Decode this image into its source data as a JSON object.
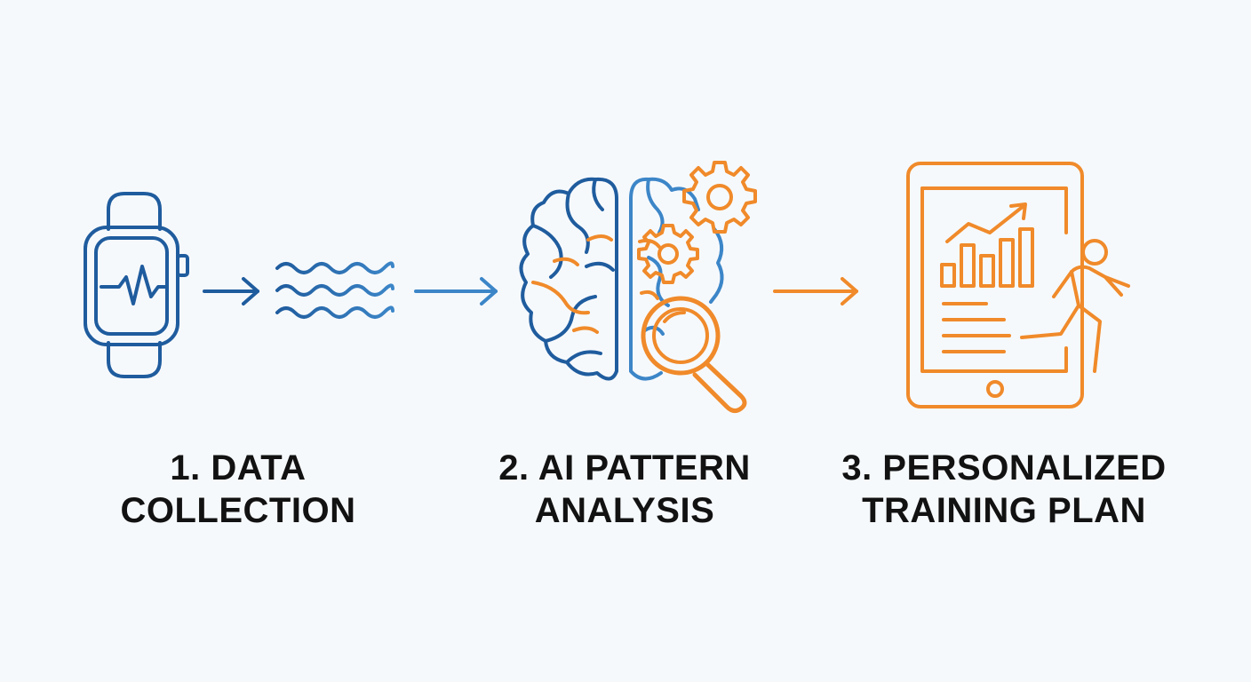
{
  "colors": {
    "blue": "#1f5c9e",
    "blue_light": "#3c86c8",
    "orange": "#f08a2a",
    "text": "#121212",
    "background": "#f6f9fc"
  },
  "steps": [
    {
      "line1": "1. DATA",
      "line2": "COLLECTION",
      "icons": [
        "smartwatch-icon",
        "heartbeat-icon",
        "data-wave-icon"
      ]
    },
    {
      "line1": "2. AI PATTERN",
      "line2": "ANALYSIS",
      "icons": [
        "brain-icon",
        "gear-icon",
        "magnifier-icon"
      ]
    },
    {
      "line1": "3. PERSONALIZED",
      "line2": "TRAINING PLAN",
      "icons": [
        "tablet-icon",
        "bar-chart-icon",
        "runner-icon"
      ]
    }
  ]
}
